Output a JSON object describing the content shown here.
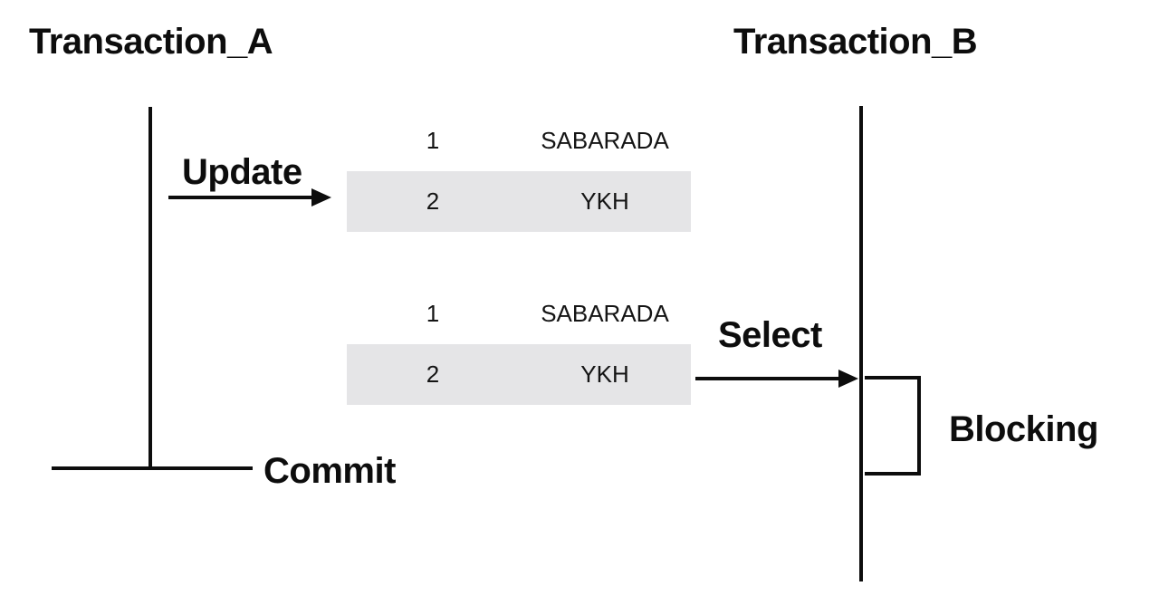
{
  "diagram": {
    "transaction_a": {
      "title": "Transaction_A"
    },
    "transaction_b": {
      "title": "Transaction_B"
    },
    "actions": {
      "update_label": "Update",
      "select_label": "Select",
      "commit_label": "Commit",
      "blocking_label": "Blocking"
    },
    "table_snapshot_update": {
      "rows": [
        {
          "id": "1",
          "name": "SABARADA",
          "highlighted": false
        },
        {
          "id": "2",
          "name": "YKH",
          "highlighted": true
        }
      ]
    },
    "table_snapshot_select": {
      "rows": [
        {
          "id": "1",
          "name": "SABARADA",
          "highlighted": false
        },
        {
          "id": "2",
          "name": "YKH",
          "highlighted": true
        }
      ]
    },
    "colors": {
      "line": "#0d0d0d",
      "text": "#0d0d0d",
      "row_highlight": "#e5e5e7",
      "background": "#ffffff"
    }
  }
}
